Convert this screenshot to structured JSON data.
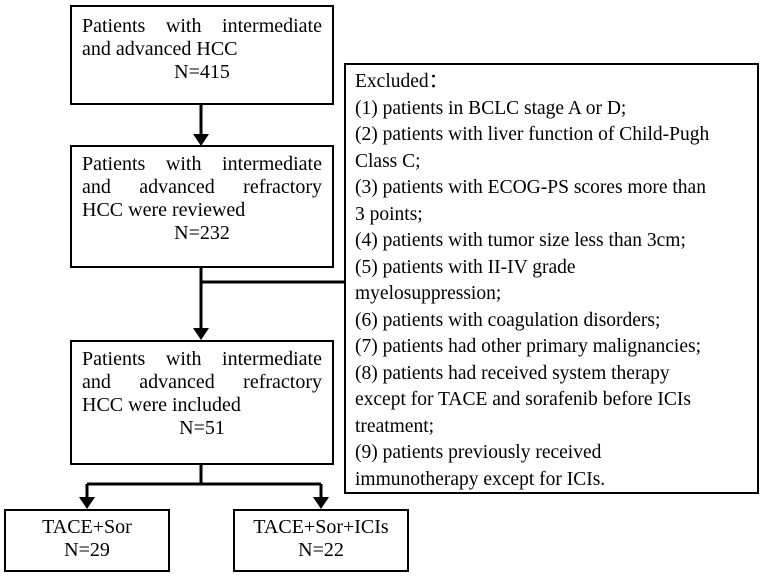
{
  "box1": {
    "lines": [
      "Patients with intermediate",
      "and advanced HCC"
    ],
    "count": "N=415"
  },
  "box2": {
    "lines": [
      "Patients with intermediate",
      "and advanced refractory",
      "HCC were reviewed"
    ],
    "count": "N=232"
  },
  "box3": {
    "lines": [
      "Patients with intermediate",
      "and advanced refractory",
      "HCC were included"
    ],
    "count": "N=51"
  },
  "excluded": {
    "title": "Excluded：",
    "lines": [
      "(1) patients in BCLC stage A or D;",
      "(2) patients with liver function of Child-Pugh",
      "Class C;",
      "(3) patients with ECOG-PS scores more than",
      "3 points;",
      "(4) patients with tumor size less than 3cm;",
      "(5) patients with II-IV grade",
      "myelosuppression;",
      "(6) patients with coagulation disorders;",
      "(7) patients had other primary malignancies;",
      "(8) patients had received system therapy",
      "except for TACE and sorafenib before ICIs",
      "treatment;",
      "(9) patients previously received",
      "immunotherapy except for ICIs."
    ]
  },
  "left_group": {
    "name": "TACE+Sor",
    "count": "N=29"
  },
  "right_group": {
    "name": "TACE+Sor+ICIs",
    "count": "N=22"
  }
}
